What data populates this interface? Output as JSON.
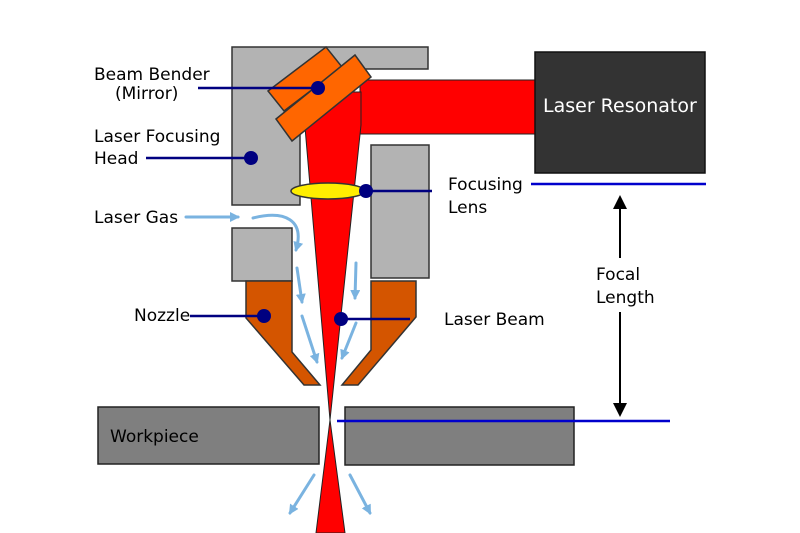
{
  "labels": {
    "beam_bender_1": "Beam Bender",
    "beam_bender_2": "(Mirror)",
    "focusing_head_1": "Laser Focusing",
    "focusing_head_2": "Head",
    "laser_gas": "Laser Gas",
    "nozzle": "Nozzle",
    "focusing_lens_1": "Focusing",
    "focusing_lens_2": "Lens",
    "laser_beam": "Laser Beam",
    "focal_length_1": "Focal",
    "focal_length_2": "Length",
    "workpiece": "Workpiece",
    "laser_resonator": "Laser Resonator"
  },
  "colors": {
    "head_gray": "#b3b3b3",
    "dark_gray": "#7f7f7f",
    "resonator": "#333333",
    "laser_red": "#ff0000",
    "mirror_orange": "#ff6600",
    "nozzle_orange": "#d45500",
    "lens_yellow": "#ffee00",
    "leader_navy": "#000080",
    "focal_line_blue": "#0000cc",
    "gas_arrow_blue": "#7ab3e0"
  }
}
